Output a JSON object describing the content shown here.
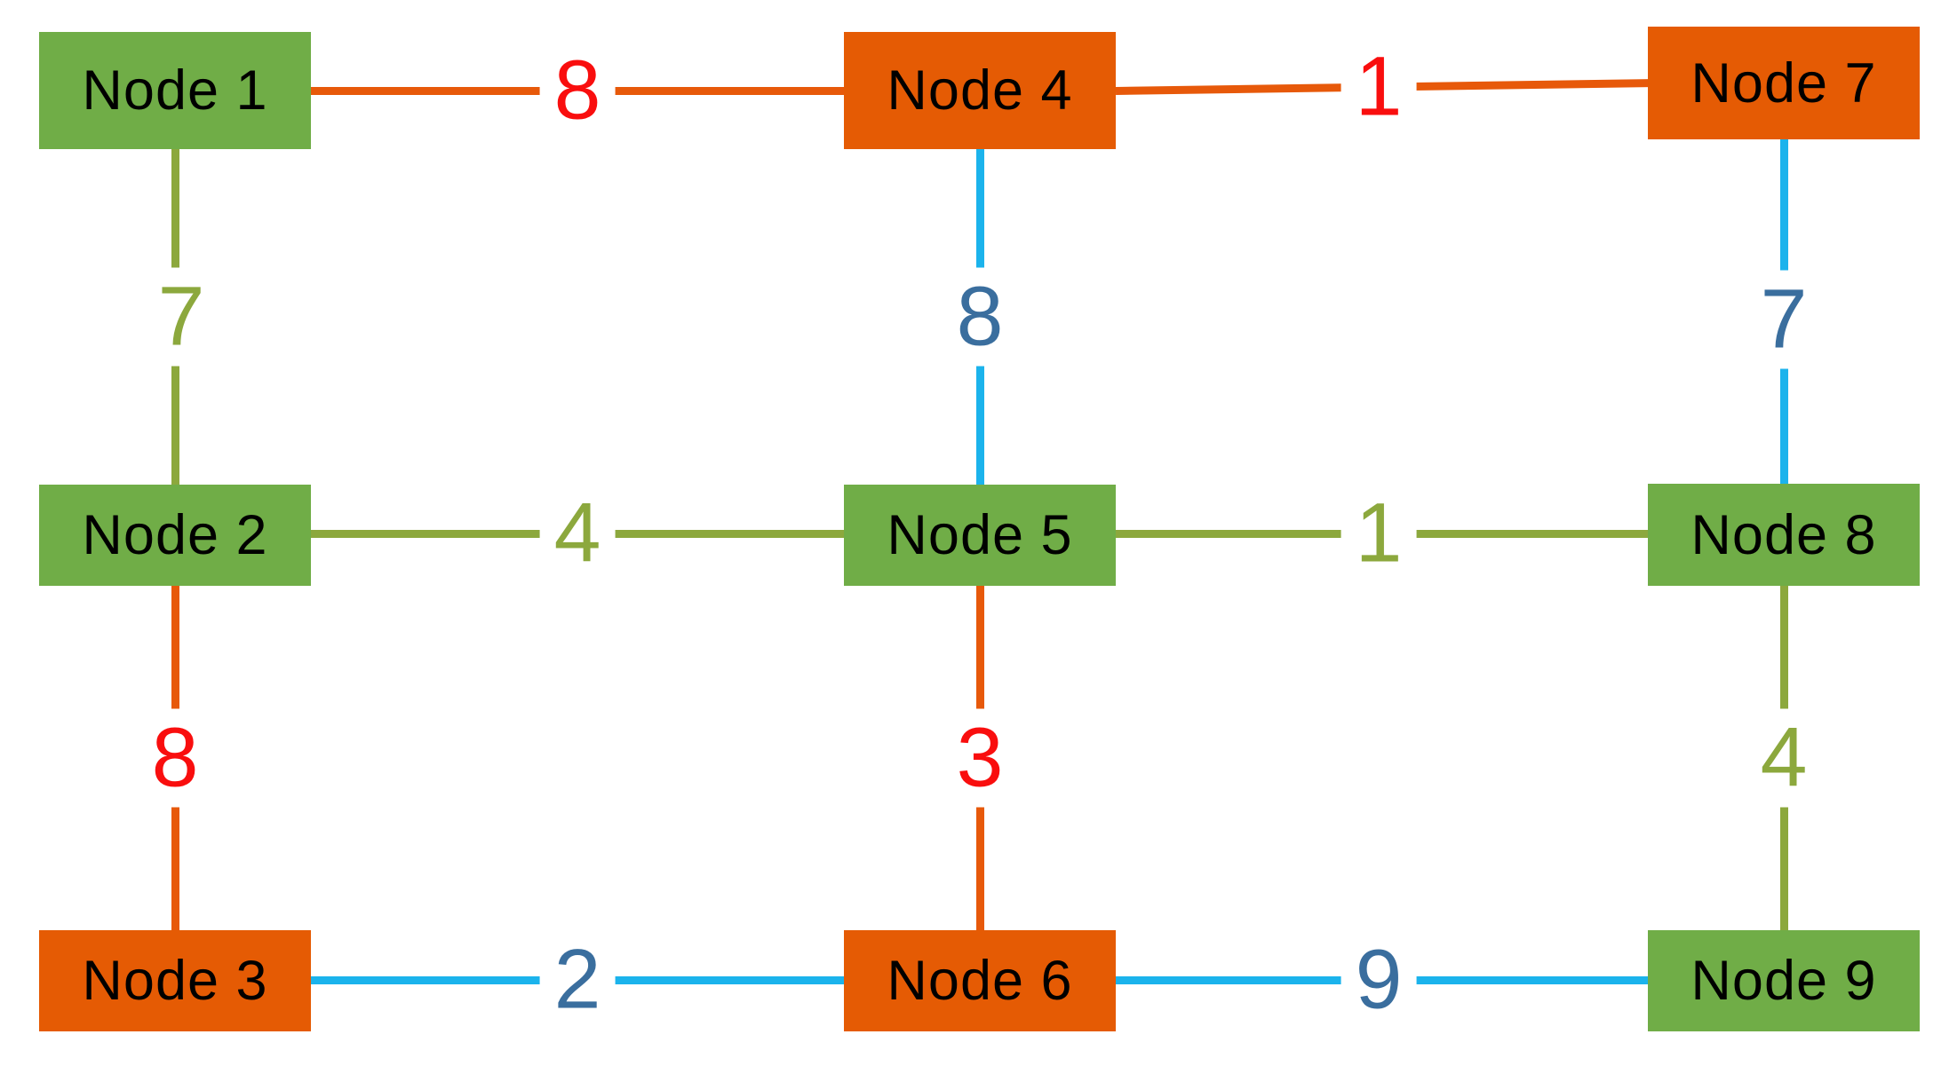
{
  "diagram": {
    "type": "weighted-undirected-graph",
    "background": "#FFFFFF",
    "palette": {
      "node_green": "#70AD47",
      "node_orange": "#E55B04",
      "edge_olive": "#8CA83D",
      "edge_cyan": "#1BB3EC",
      "edge_orange": "#E7590A",
      "label_red": "#F90E0E",
      "label_steel_blue": "#3A6E9E",
      "node_text": "#000000"
    },
    "nodes": [
      {
        "id": 1,
        "label": "Node 1",
        "color": "#70AD47",
        "row": 1,
        "col": 1
      },
      {
        "id": 2,
        "label": "Node 2",
        "color": "#70AD47",
        "row": 2,
        "col": 1
      },
      {
        "id": 3,
        "label": "Node 3",
        "color": "#E55B04",
        "row": 3,
        "col": 1
      },
      {
        "id": 4,
        "label": "Node 4",
        "color": "#E55B04",
        "row": 1,
        "col": 2
      },
      {
        "id": 5,
        "label": "Node 5",
        "color": "#70AD47",
        "row": 2,
        "col": 2
      },
      {
        "id": 6,
        "label": "Node 6",
        "color": "#E55B04",
        "row": 3,
        "col": 2
      },
      {
        "id": 7,
        "label": "Node 7",
        "color": "#E55B04",
        "row": 1,
        "col": 3
      },
      {
        "id": 8,
        "label": "Node 8",
        "color": "#70AD47",
        "row": 2,
        "col": 3
      },
      {
        "id": 9,
        "label": "Node 9",
        "color": "#70AD47",
        "row": 3,
        "col": 3
      }
    ],
    "edges": [
      {
        "from": 1,
        "to": 4,
        "weight": "8",
        "orientation": "horizontal",
        "line_color": "#E7590A",
        "label_color": "#F90E0E"
      },
      {
        "from": 4,
        "to": 7,
        "weight": "1",
        "orientation": "horizontal",
        "line_color": "#E7590A",
        "label_color": "#F90E0E"
      },
      {
        "from": 2,
        "to": 5,
        "weight": "4",
        "orientation": "horizontal",
        "line_color": "#8CA83D",
        "label_color": "#8CA83D"
      },
      {
        "from": 5,
        "to": 8,
        "weight": "1",
        "orientation": "horizontal",
        "line_color": "#8CA83D",
        "label_color": "#8CA83D"
      },
      {
        "from": 3,
        "to": 6,
        "weight": "2",
        "orientation": "horizontal",
        "line_color": "#1BB3EC",
        "label_color": "#3A6E9E"
      },
      {
        "from": 6,
        "to": 9,
        "weight": "9",
        "orientation": "horizontal",
        "line_color": "#1BB3EC",
        "label_color": "#3A6E9E"
      },
      {
        "from": 1,
        "to": 2,
        "weight": "7",
        "orientation": "vertical",
        "line_color": "#8CA83D",
        "label_color": "#8CA83D"
      },
      {
        "from": 4,
        "to": 5,
        "weight": "8",
        "orientation": "vertical",
        "line_color": "#1BB3EC",
        "label_color": "#3A6E9E"
      },
      {
        "from": 7,
        "to": 8,
        "weight": "7",
        "orientation": "vertical",
        "line_color": "#1BB3EC",
        "label_color": "#3A6E9E"
      },
      {
        "from": 2,
        "to": 3,
        "weight": "8",
        "orientation": "vertical",
        "line_color": "#E7590A",
        "label_color": "#F90E0E"
      },
      {
        "from": 5,
        "to": 6,
        "weight": "3",
        "orientation": "vertical",
        "line_color": "#E7590A",
        "label_color": "#F90E0E"
      },
      {
        "from": 8,
        "to": 9,
        "weight": "4",
        "orientation": "vertical",
        "line_color": "#8CA83D",
        "label_color": "#8CA83D"
      }
    ]
  }
}
